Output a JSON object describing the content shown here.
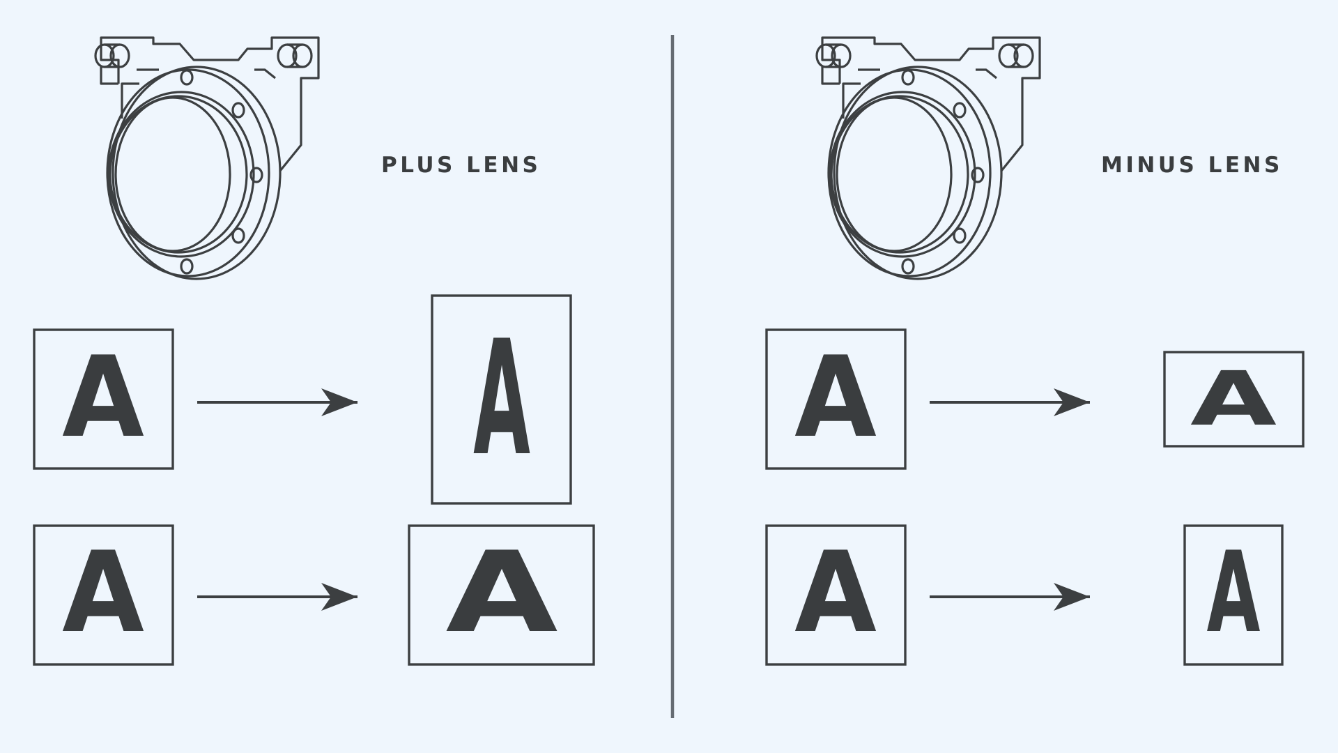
{
  "panels": {
    "plus": {
      "title": "PLUS LENS",
      "examples": [
        {
          "input": "A",
          "output": "A",
          "effect": "vertical stretch"
        },
        {
          "input": "A",
          "output": "A",
          "effect": "horizontal stretch"
        }
      ]
    },
    "minus": {
      "title": "MINUS LENS",
      "examples": [
        {
          "input": "A",
          "output": "A",
          "effect": "vertical squeeze"
        },
        {
          "input": "A",
          "output": "A",
          "effect": "horizontal squeeze"
        }
      ]
    }
  },
  "colors": {
    "background": "#eff6fd",
    "ink": "#3c3f41",
    "divider": "#656b72"
  },
  "icons": [
    "anamorphic-lens-adapter-icon",
    "arrow-right-icon"
  ]
}
